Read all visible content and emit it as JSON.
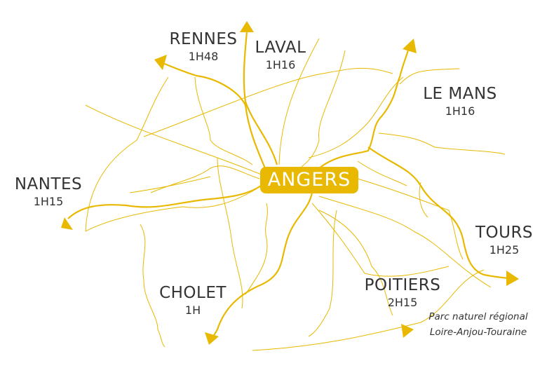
{
  "center": "ANGERS",
  "accent_color": "#e8b900",
  "cities": [
    {
      "name": "RENNES",
      "time": "1H48"
    },
    {
      "name": "LAVAL",
      "time": "1H16"
    },
    {
      "name": "LE MANS",
      "time": "1H16"
    },
    {
      "name": "NANTES",
      "time": "1H15"
    },
    {
      "name": "TOURS",
      "time": "1H25"
    },
    {
      "name": "CHOLET",
      "time": "1H"
    },
    {
      "name": "POITIERS",
      "time": "2H15"
    }
  ],
  "park": {
    "line1": "Parc naturel régional",
    "line2": "Loire-Anjou-Touraine"
  }
}
